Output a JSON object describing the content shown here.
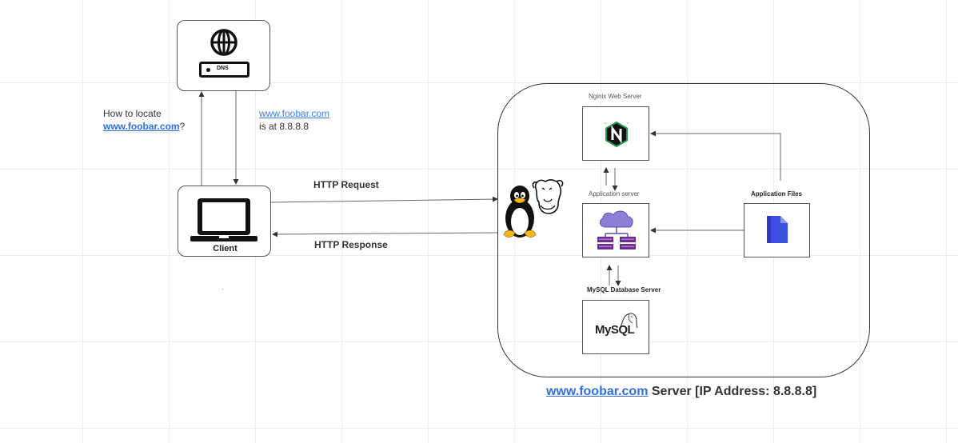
{
  "dns": {
    "label": "DNS",
    "icon": "globe-icon"
  },
  "client": {
    "label": "Client",
    "icon": "laptop-icon"
  },
  "dns_query": {
    "line1": "How to locate",
    "domain": "www.foobar.com",
    "suffix": "?"
  },
  "dns_answer": {
    "domain": "www.foobar.com",
    "line2": "is at 8.8.8.8"
  },
  "http_request_label": "HTTP Request",
  "http_response_label": "HTTP Response",
  "linux_icon": "linux-tux-gnu-icon",
  "nginx": {
    "label": "Nginix Web Server",
    "icon": "nginx-icon"
  },
  "app_server": {
    "label": "Application server",
    "icon": "cloud-server-icon"
  },
  "app_files": {
    "label": "Application Files",
    "icon": "file-icon"
  },
  "mysql": {
    "label": "MySQL Database Server",
    "logo_text": "MySQL",
    "icon": "mysql-icon"
  },
  "server_caption": {
    "domain": "www.foobar.com",
    "rest": " Server [IP Address: 8.8.8.8]"
  },
  "colors": {
    "link": "#2f6fdd",
    "file_icon": "#3d4de0",
    "cloud_icon": "#7b6fd0",
    "server_icon": "#6b2d8f",
    "nginx_green": "#1f9b4a"
  }
}
